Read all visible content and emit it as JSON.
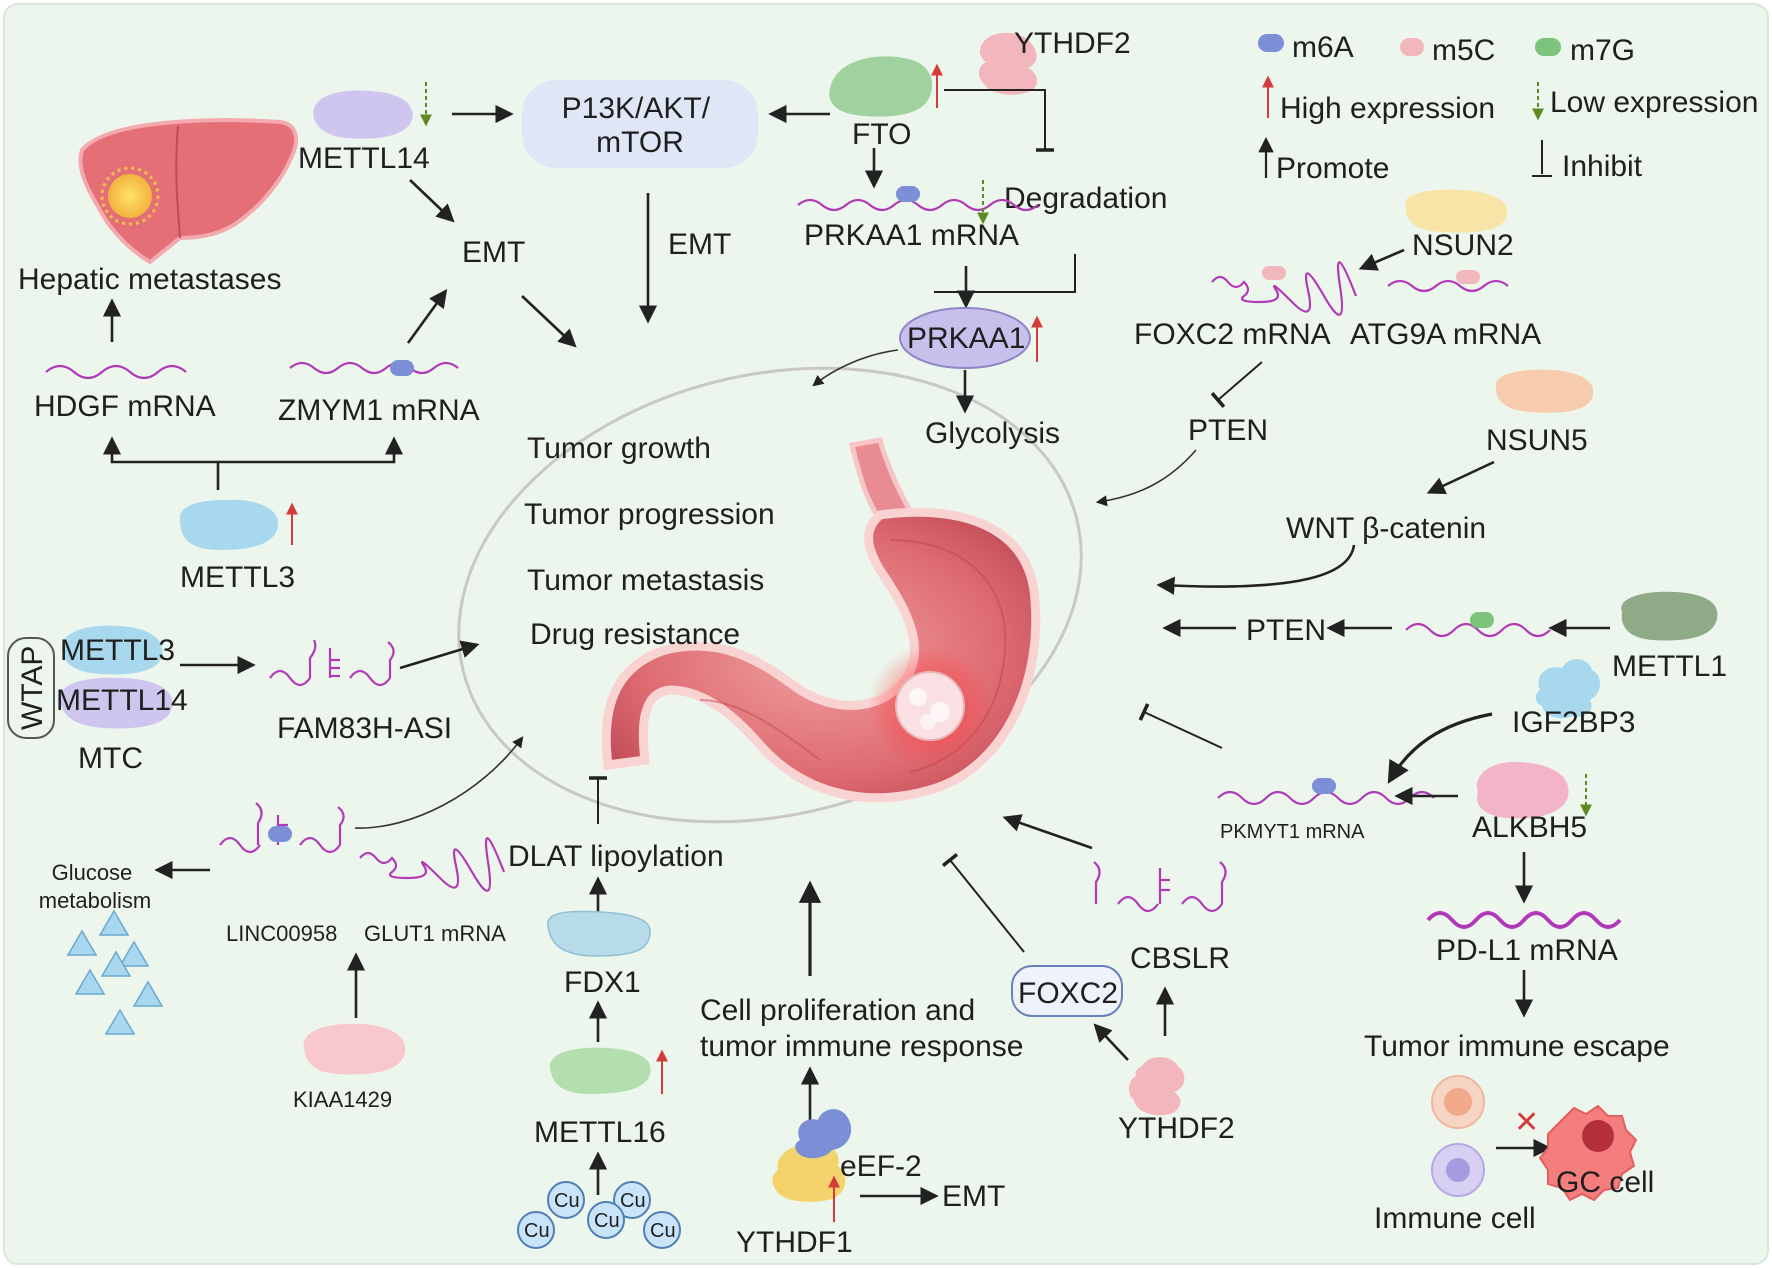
{
  "legend": {
    "m6a": "m6A",
    "m5c": "m5C",
    "m7g": "m7G",
    "high": "High expression",
    "low": "Low expression",
    "promote": "Promote",
    "inhibit": "Inhibit",
    "colors": {
      "m6a": "#7c8fd6",
      "m5c": "#f2b6bd",
      "m7g": "#7cc47c",
      "up": "#d63b3b",
      "down": "#6a9a2a"
    }
  },
  "outcomes": [
    "Tumor growth",
    "Tumor progression",
    "Tumor metastasis",
    "Drug  resistance"
  ],
  "labels": {
    "hepatic_metastases": "Hepatic metastases",
    "hdgf_mrna": "HDGF mRNA",
    "zmym1_mrna": "ZMYM1 mRNA",
    "mettl3_top": "METTL3",
    "mettl14_top": "METTL14",
    "emt_left": "EMT",
    "pi3k": "P13K/AKT/\nmTOR",
    "emt_mid": "EMT",
    "fto": "FTO",
    "ythdf2_top": "YTHDF2",
    "prkaa1_mrna": "PRKAA1 mRNA",
    "degradation": "Degradation",
    "prkaa1": "PRKAA1",
    "glycolysis": "Glycolysis",
    "wtap": "WTAP",
    "mtc_mettl3": "METTL3",
    "mtc_mettl14": "METTL14",
    "mtc": "MTC",
    "fam83h": "FAM83H-ASI",
    "glucose_metabolism": "Glucose\nmetabolism",
    "linc00958": "LINC00958",
    "glut1_mrna": "GLUT1 mRNA",
    "kiaa1429": "KIAA1429",
    "dlat": "DLAT lipoylation",
    "fdx1": "FDX1",
    "mettl16": "METTL16",
    "cu": "Cu",
    "cell_prolif": "Cell proliferation and\ntumor immune response",
    "eef2": "eEF-2",
    "emt_bottom": "EMT",
    "ythdf1": "YTHDF1",
    "foxc2_box": "FOXC2",
    "cbslr": "CBSLR",
    "ythdf2_bottom": "YTHDF2",
    "nsun2": "NSUN2",
    "foxc2_mrna": "FOXC2 mRNA",
    "atg9a_mrna": "ATG9A mRNA",
    "pten_top": "PTEN",
    "nsun5": "NSUN5",
    "wnt": "WNT β-catenin",
    "pten_mid": "PTEN",
    "mettl1": "METTL1",
    "igf2bp3": "IGF2BP3",
    "pkmyt1_mrna": "PKMYT1 mRNA",
    "alkbh5": "ALKBH5",
    "pdl1_mrna": "PD-L1 mRNA",
    "immune_escape": "Tumor immune escape",
    "immune_cell": "Immune cell",
    "gc_cell": "GC cell"
  }
}
